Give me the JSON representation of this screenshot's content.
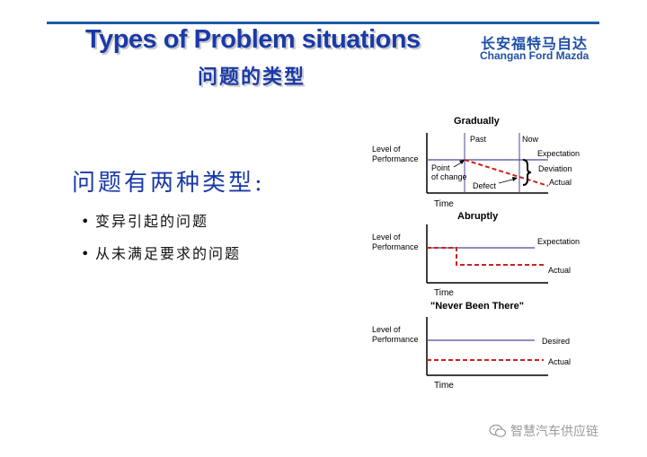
{
  "slide": {
    "title_en": "Types of Problem situations",
    "title_cn": "问题的类型",
    "brand_cn": "长安福特马自达",
    "brand_en": "Changan Ford Mazda"
  },
  "content": {
    "heading": "问题有两种类型:",
    "bullets": [
      "变异引起的问题",
      "从未满足要求的问题"
    ]
  },
  "diagrams": {
    "gradually": {
      "title": "Gradually",
      "y_label_1": "Level of",
      "y_label_2": "Performance",
      "past": "Past",
      "now": "Now",
      "expectation": "Expectation",
      "deviation": "Deviation",
      "actual": "Actual",
      "point_of_change_1": "Point",
      "point_of_change_2": "of change",
      "defect": "Defect",
      "x_label": "Time"
    },
    "abruptly": {
      "title": "Abruptly",
      "y_label_1": "Level of",
      "y_label_2": "Performance",
      "expectation": "Expectation",
      "actual": "Actual",
      "x_label": "Time"
    },
    "never": {
      "title": "\"Never Been There\"",
      "y_label_1": "Level of",
      "y_label_2": "Performance",
      "desired": "Desired",
      "actual": "Actual",
      "x_label": "Time"
    },
    "colors": {
      "expectation_line": "#4a4a9a",
      "actual_line": "#cc2222",
      "axis": "#000000"
    }
  },
  "watermark": {
    "icon": "wechat-icon",
    "text": "智慧汽车供应链"
  }
}
